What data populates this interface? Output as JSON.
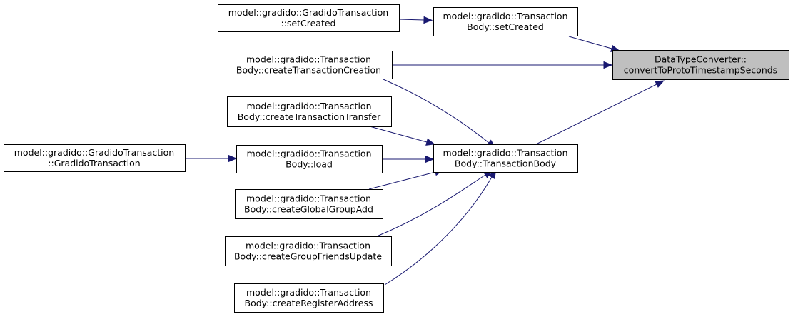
{
  "graph": {
    "nodes": {
      "root": {
        "lines": [
          "DataTypeConverter::",
          "convertToProtoTimestampSeconds"
        ],
        "highlighted": true
      },
      "body_setCreated": {
        "lines": [
          "model::gradido::Transaction",
          "Body::setCreated"
        ]
      },
      "gt_setCreated": {
        "lines": [
          "model::gradido::GradidoTransaction",
          "::setCreated"
        ]
      },
      "createTransactionCreation": {
        "lines": [
          "model::gradido::Transaction",
          "Body::createTransactionCreation"
        ]
      },
      "transactionBody": {
        "lines": [
          "model::gradido::Transaction",
          "Body::TransactionBody"
        ]
      },
      "createTransactionTransfer": {
        "lines": [
          "model::gradido::Transaction",
          "Body::createTransactionTransfer"
        ]
      },
      "load": {
        "lines": [
          "model::gradido::Transaction",
          "Body::load"
        ]
      },
      "gt_ctor": {
        "lines": [
          "model::gradido::GradidoTransaction",
          "::GradidoTransaction"
        ]
      },
      "createGlobalGroupAdd": {
        "lines": [
          "model::gradido::Transaction",
          "Body::createGlobalGroupAdd"
        ]
      },
      "createGroupFriendsUpdate": {
        "lines": [
          "model::gradido::Transaction",
          "Body::createGroupFriendsUpdate"
        ]
      },
      "createRegisterAddress": {
        "lines": [
          "model::gradido::Transaction",
          "Body::createRegisterAddress"
        ]
      }
    },
    "edges": [
      {
        "from": "gt_setCreated",
        "to": "body_setCreated"
      },
      {
        "from": "body_setCreated",
        "to": "root"
      },
      {
        "from": "createTransactionCreation",
        "to": "root"
      },
      {
        "from": "transactionBody",
        "to": "root"
      },
      {
        "from": "createTransactionCreation",
        "to": "transactionBody"
      },
      {
        "from": "createTransactionTransfer",
        "to": "transactionBody"
      },
      {
        "from": "load",
        "to": "transactionBody"
      },
      {
        "from": "gt_ctor",
        "to": "load"
      },
      {
        "from": "createGlobalGroupAdd",
        "to": "transactionBody"
      },
      {
        "from": "createGroupFriendsUpdate",
        "to": "transactionBody"
      },
      {
        "from": "createRegisterAddress",
        "to": "transactionBody"
      }
    ],
    "colors": {
      "edge": "#191970",
      "root_fill": "#bfbfbf",
      "node_fill": "#ffffff",
      "border": "#000000"
    }
  }
}
